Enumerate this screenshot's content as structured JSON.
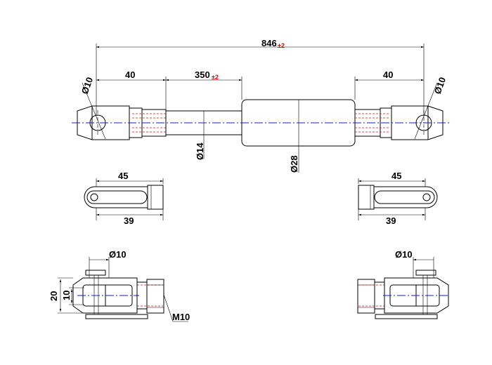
{
  "colors": {
    "outline": "#000000",
    "centerline": "#1a1acc",
    "hidden": "#d01010",
    "tolerance": "#e00000"
  },
  "side_view": {
    "overall_length": "846",
    "overall_tol": "±2",
    "stroke": "350",
    "stroke_tol": "±2",
    "left_eye_length": "40",
    "right_eye_length": "40",
    "left_hole_dia": "Ø10",
    "right_hole_dia": "Ø10",
    "rod_dia": "Ø14",
    "body_dia": "Ø28"
  },
  "top_view": {
    "left_total": "45",
    "left_inner": "39",
    "right_total": "45",
    "right_inner": "39"
  },
  "end_view": {
    "left_hole_dia": "Ø10",
    "right_hole_dia": "Ø10",
    "outer_width": "20",
    "slot_width": "10",
    "thread": "M10"
  }
}
